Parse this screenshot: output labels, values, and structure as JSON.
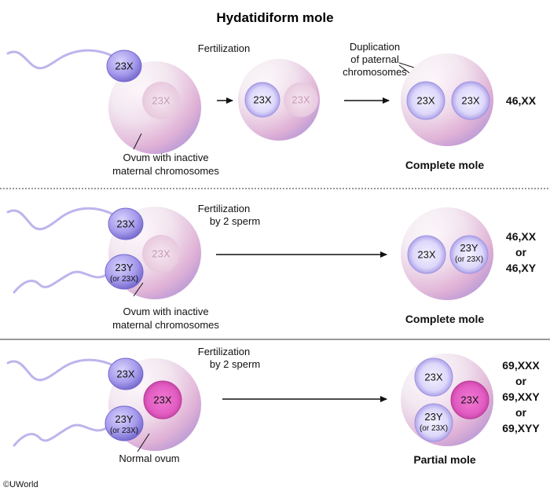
{
  "title": "Hydatidiform mole",
  "copyright": "©UWorld",
  "colors": {
    "sperm_head": "#8f84e0",
    "egg_base": "#f4eef3",
    "egg_pink": "#d98bc4",
    "egg_purple": "#9d8fd9",
    "nucleus_blue": "#c9c3f2",
    "nucleus_pink": "#e05bc0",
    "nucleus_faint": "#ecd6e6",
    "divider": "#333333"
  },
  "row1": {
    "sperm_label": "23X",
    "ovum_nucleus_label": "23X",
    "fertilization_label": "Fertilization",
    "duplication_label": [
      "Duplication",
      "of paternal",
      "chromosomes"
    ],
    "ovum_caption": [
      "Ovum with inactive",
      "maternal chromosomes"
    ],
    "zygote_left_label": "23X",
    "zygote_right_label": "23X",
    "result_left_label": "23X",
    "result_right_label": "23X",
    "karyotype": "46,XX",
    "result_title": "Complete mole"
  },
  "row2": {
    "sperm1_label": "23X",
    "sperm2_label": "23Y",
    "sperm2_sub": "(or 23X)",
    "ovum_nucleus_label": "23X",
    "fertilization_label": [
      "Fertilization",
      "by 2 sperm"
    ],
    "ovum_caption": [
      "Ovum with inactive",
      "maternal chromosomes"
    ],
    "result_left_label": "23X",
    "result_right_label": "23Y",
    "result_right_sub": "(or 23X)",
    "karyotype": [
      "46,XX",
      "or",
      "46,XY"
    ],
    "result_title": "Complete mole"
  },
  "row3": {
    "sperm1_label": "23X",
    "sperm2_label": "23Y",
    "sperm2_sub": "(or 23X)",
    "ovum_nucleus_label": "23X",
    "fertilization_label": [
      "Fertilization",
      "by 2 sperm"
    ],
    "ovum_caption": "Normal ovum",
    "result_top_label": "23X",
    "result_right_label": "23X",
    "result_bottom_label": "23Y",
    "result_bottom_sub": "(or 23X)",
    "karyotype": [
      "69,XXX",
      "or",
      "69,XXY",
      "or",
      "69,XYY"
    ],
    "result_title": "Partial mole"
  }
}
